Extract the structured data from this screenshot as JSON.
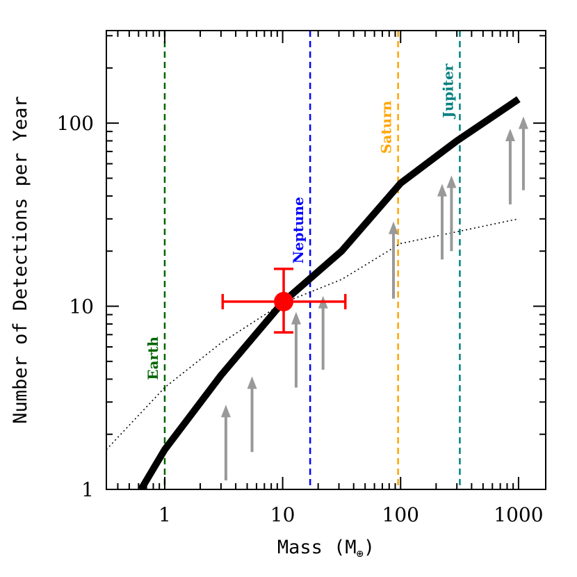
{
  "chart_data": {
    "type": "line",
    "xlabel": "Mass (M",
    "xlabel_subscript": "⊕",
    "xlabel_close": ")",
    "ylabel": "Number of Detections per Year",
    "x_scale": "log",
    "y_scale": "log",
    "xlim": [
      0.32,
      1700
    ],
    "ylim": [
      1,
      320
    ],
    "x_tick_labels": [
      "1",
      "10",
      "100",
      "1000"
    ],
    "x_tick_values": [
      1,
      10,
      100,
      1000
    ],
    "y_tick_labels": [
      "1",
      "10",
      "100"
    ],
    "y_tick_values": [
      1,
      10,
      100
    ],
    "grid": false,
    "series": [
      {
        "style": "thick-solid",
        "color": "#000000",
        "x": [
          0.63,
          1.0,
          3.0,
          10.0,
          31.6,
          100.0,
          300.0,
          1000.0
        ],
        "y": [
          1.0,
          1.65,
          4.2,
          10.5,
          20.0,
          47.0,
          80.0,
          135.0
        ]
      },
      {
        "style": "dotted",
        "color": "#000000",
        "x": [
          0.32,
          1.0,
          3.0,
          10.0,
          31.6,
          100.0,
          300.0,
          1000.0
        ],
        "y": [
          1.65,
          3.6,
          6.3,
          10.4,
          14.0,
          22.0,
          25.5,
          30.0
        ]
      }
    ],
    "point": {
      "x": 10.2,
      "y": 10.6,
      "x_err": [
        3.1,
        34.0
      ],
      "y_err": [
        7.2,
        16.0
      ],
      "color": "#ff0000"
    },
    "planets": [
      {
        "name": "Earth",
        "mass": 1.0,
        "color": "#006400",
        "label_y": 5.2
      },
      {
        "name": "Neptune",
        "mass": 17.1,
        "color": "#0000ff",
        "label_y": 26.0
      },
      {
        "name": "Saturn",
        "mass": 95.2,
        "color": "#ffa500",
        "label_y": 95.0
      },
      {
        "name": "Jupiter",
        "mass": 317.8,
        "color": "#008080",
        "label_y": 150.0
      }
    ],
    "lower_limits": [
      {
        "x": 3.3,
        "y_from": 1.12,
        "y_to": 2.8
      },
      {
        "x": 5.5,
        "y_from": 1.6,
        "y_to": 4.0
      },
      {
        "x": 13.0,
        "y_from": 3.6,
        "y_to": 9.0
      },
      {
        "x": 22.0,
        "y_from": 4.5,
        "y_to": 11.0
      },
      {
        "x": 87.0,
        "y_from": 11.0,
        "y_to": 28.0
      },
      {
        "x": 225.0,
        "y_from": 18.0,
        "y_to": 45.0
      },
      {
        "x": 270.0,
        "y_from": 20.0,
        "y_to": 50.0
      },
      {
        "x": 850.0,
        "y_from": 36.0,
        "y_to": 90.0
      },
      {
        "x": 1100.0,
        "y_from": 43.0,
        "y_to": 105.0
      }
    ],
    "arrow_color": "#999999"
  }
}
